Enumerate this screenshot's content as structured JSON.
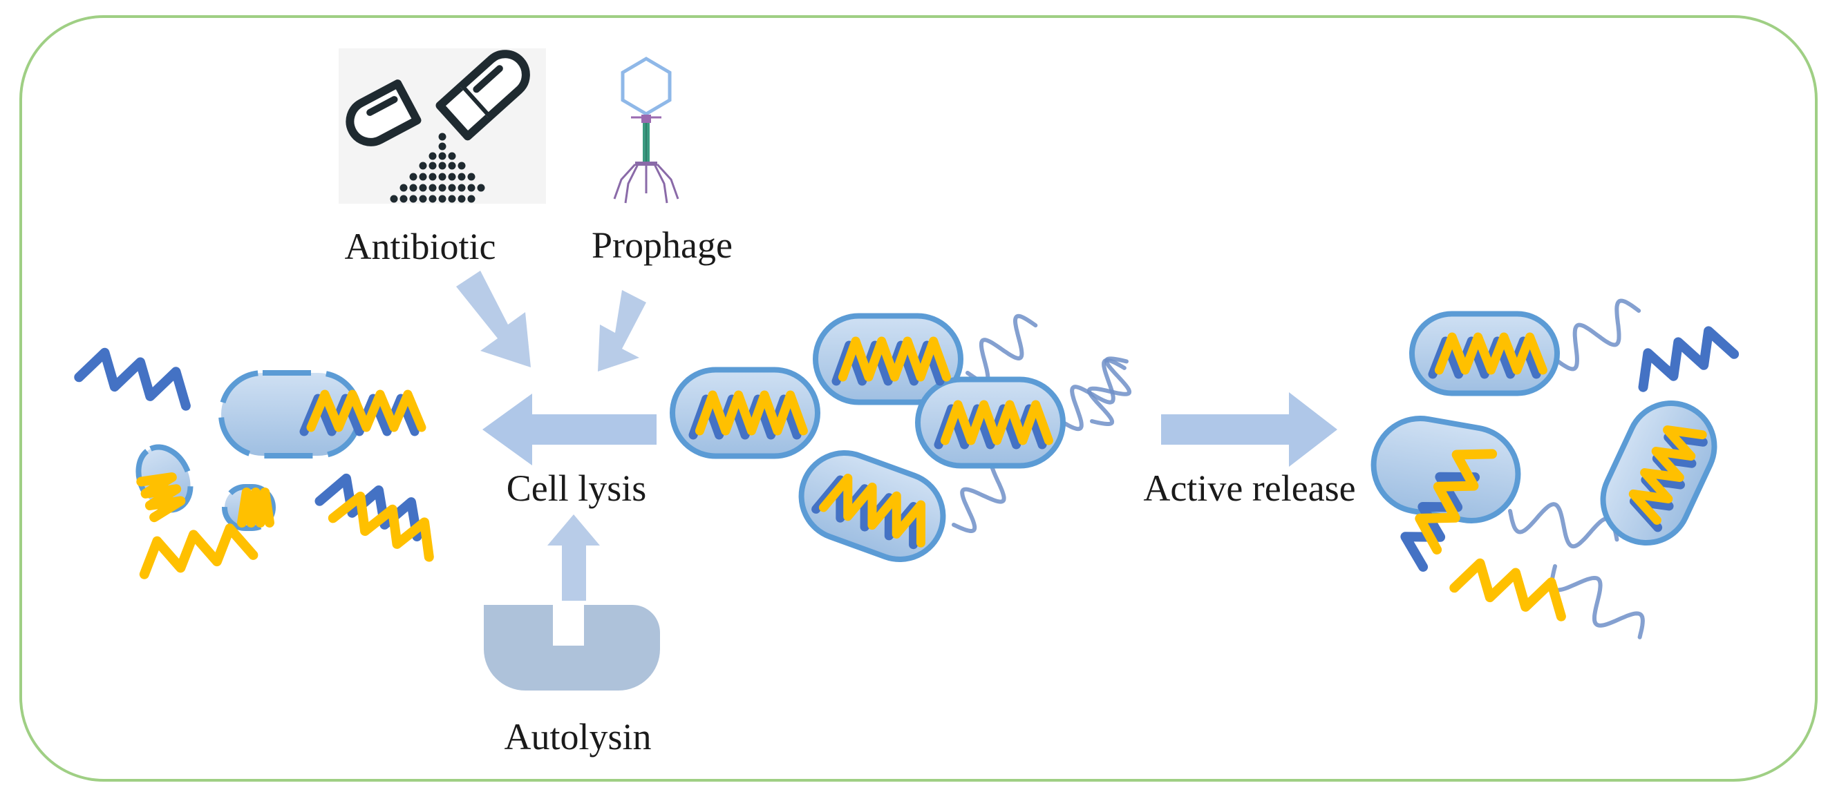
{
  "labels": {
    "antibiotic": "Antibiotic",
    "prophage": "Prophage",
    "cell_lysis": "Cell lysis",
    "autolysin": "Autolysin",
    "active_release": "Active release"
  },
  "colors": {
    "frame": "#9fcf84",
    "cell_fill": "#b3cdea",
    "cell_stroke": "#5b9bd5",
    "dna_blue": "#4472c4",
    "dna_yellow": "#ffc000",
    "arrow": "#b4c9e6",
    "autolysin": "#aec2da",
    "icon_dark": "#1f2a30",
    "phage_head": "#8fb8e8",
    "phage_tail": "#3a9a80",
    "phage_legs": "#8a6aa8"
  },
  "icons": {
    "antibiotic": "capsule-powder-icon",
    "prophage": "bacteriophage-icon",
    "autolysin": "autolysin-enzyme-icon"
  }
}
